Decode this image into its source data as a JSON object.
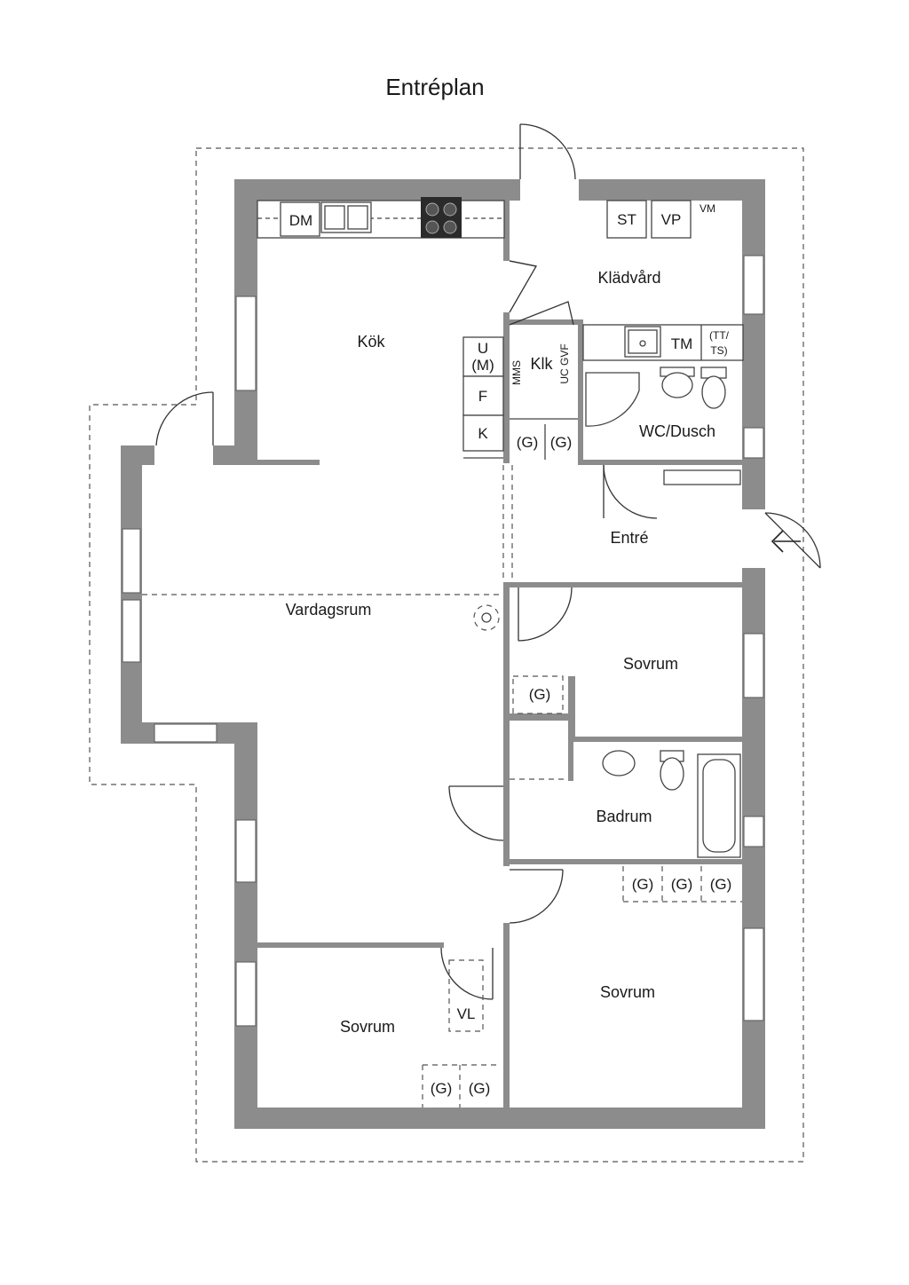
{
  "title": "Entréplan",
  "rooms": {
    "kok": "Kök",
    "kladvard": "Klädvård",
    "klk": "Klk",
    "wc_dusch": "WC/Dusch",
    "entre": "Entré",
    "vardagsrum": "Vardagsrum",
    "sovrum_1": "Sovrum",
    "badrum": "Badrum",
    "sovrum_2": "Sovrum",
    "sovrum_3": "Sovrum"
  },
  "fixtures": {
    "dm": "DM",
    "st": "ST",
    "vp": "VP",
    "vm": "VM",
    "tm": "TM",
    "tt_ts_1": "(TT/",
    "tt_ts_2": "TS)",
    "u": "U",
    "m": "(M)",
    "f": "F",
    "k": "K",
    "mms": "MMS",
    "uc_gvf": "UC GVF",
    "vl": "VL",
    "g": "(G)"
  }
}
